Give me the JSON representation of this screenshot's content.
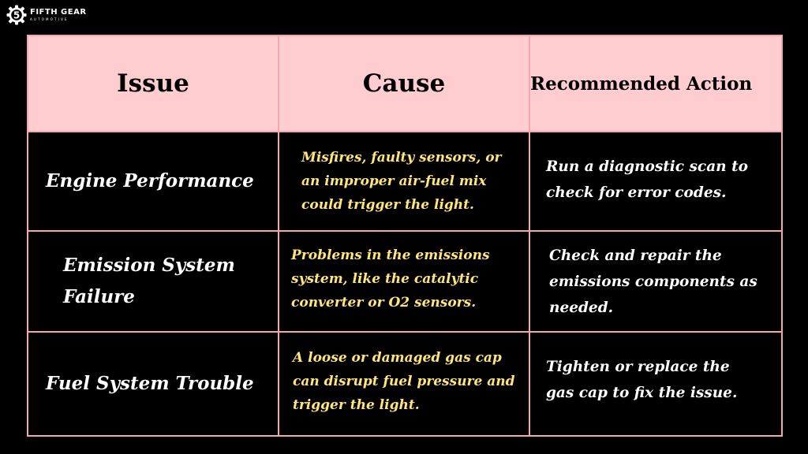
{
  "brand": {
    "name": "FIFTH GEAR",
    "sub": "AUTOMOTIVE",
    "badge": "5",
    "badge_icon": "gear-icon"
  },
  "colors": {
    "background": "#000000",
    "header_bg": "#ffcdd0",
    "border": "#f2a8ae",
    "cause_text": "#ffe57a",
    "body_text": "#ffffff"
  },
  "table": {
    "headers": {
      "issue": "Issue",
      "cause": "Cause",
      "action": "Recommended Action"
    },
    "rows": [
      {
        "issue": "Engine Performance",
        "cause": "Misfires, faulty sensors, or an improper air-fuel mix could trigger the light.",
        "action": "Run a diagnostic scan to check for error codes."
      },
      {
        "issue": "Emission System Failure",
        "cause": "Problems in the emissions system, like the catalytic converter or O2  sensors.",
        "action": "Check and repair the emissions components as needed."
      },
      {
        "issue": "Fuel System Trouble",
        "cause": "A loose or damaged gas cap can disrupt fuel pressure and trigger the light.",
        "action": "Tighten or replace the gas cap to fix the issue."
      }
    ]
  }
}
